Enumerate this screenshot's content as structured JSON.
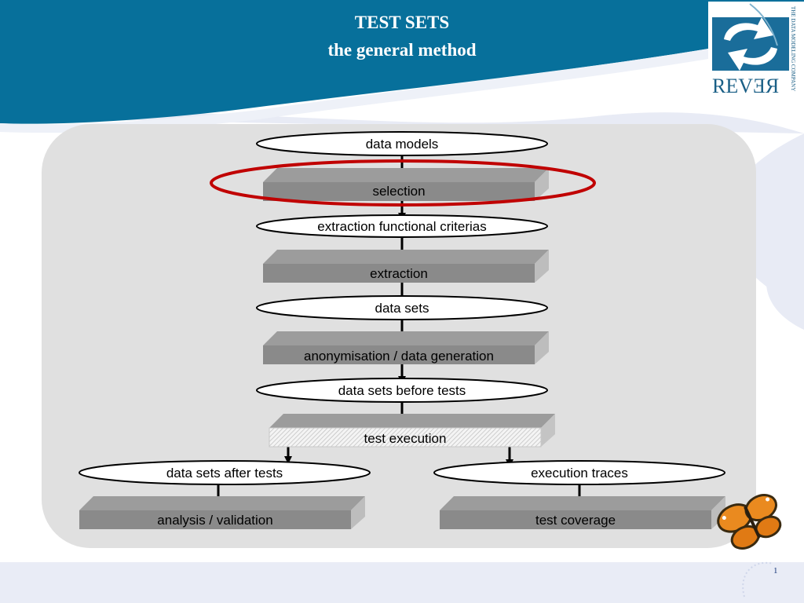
{
  "slide": {
    "title": "TEST SETS",
    "subtitle": "the general method",
    "page_number": "1"
  },
  "logo": {
    "wordmark": "REVƎЯ",
    "tagline": "THE DATA MODELING COMPANY"
  },
  "diagram": {
    "nodes": [
      {
        "id": "data-models",
        "label": "data models",
        "kind": "artifact"
      },
      {
        "id": "selection",
        "label": "selection",
        "kind": "process",
        "highlighted": true
      },
      {
        "id": "extraction-functional-criterias",
        "label": "extraction functional criterias",
        "kind": "artifact"
      },
      {
        "id": "extraction",
        "label": "extraction",
        "kind": "process"
      },
      {
        "id": "data-sets",
        "label": "data sets",
        "kind": "artifact"
      },
      {
        "id": "anonymisation-data-generation",
        "label": "anonymisation / data generation",
        "kind": "process"
      },
      {
        "id": "data-sets-before-tests",
        "label": "data sets before tests",
        "kind": "artifact"
      },
      {
        "id": "test-execution",
        "label": "test execution",
        "kind": "process",
        "pattern": "hatched"
      },
      {
        "id": "data-sets-after-tests",
        "label": "data sets after tests",
        "kind": "artifact"
      },
      {
        "id": "execution-traces",
        "label": "execution traces",
        "kind": "artifact"
      },
      {
        "id": "analysis-validation",
        "label": "analysis / validation",
        "kind": "process"
      },
      {
        "id": "test-coverage",
        "label": "test coverage",
        "kind": "process"
      }
    ],
    "edges": [
      {
        "from": "data-models",
        "to": "selection"
      },
      {
        "from": "selection",
        "to": "extraction-functional-criterias"
      },
      {
        "from": "extraction-functional-criterias",
        "to": "extraction"
      },
      {
        "from": "extraction",
        "to": "data-sets"
      },
      {
        "from": "data-sets",
        "to": "anonymisation-data-generation"
      },
      {
        "from": "anonymisation-data-generation",
        "to": "data-sets-before-tests"
      },
      {
        "from": "data-sets-before-tests",
        "to": "test-execution"
      },
      {
        "from": "test-execution",
        "to": "data-sets-after-tests"
      },
      {
        "from": "test-execution",
        "to": "execution-traces"
      },
      {
        "from": "data-sets-after-tests",
        "to": "analysis-validation"
      },
      {
        "from": "execution-traces",
        "to": "test-coverage"
      }
    ]
  },
  "colors": {
    "header_blue": "#07709b",
    "panel_gray": "#e0e0e0",
    "process_gray": "#8a8a8a",
    "highlight_red": "#c00000",
    "butterfly_orange": "#ea8a1f"
  }
}
